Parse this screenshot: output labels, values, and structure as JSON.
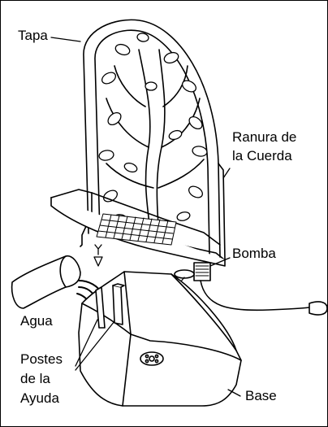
{
  "labels": {
    "tapa": "Tapa",
    "ranura_line1": "Ranura de",
    "ranura_line2": "la Cuerda",
    "bomba": "Bomba",
    "agua": "Agua",
    "postes_line1": "Postes",
    "postes_line2": "de la",
    "postes_line3": "Ayuda",
    "base": "Base"
  },
  "colors": {
    "line": "#000000",
    "background": "#ffffff"
  }
}
